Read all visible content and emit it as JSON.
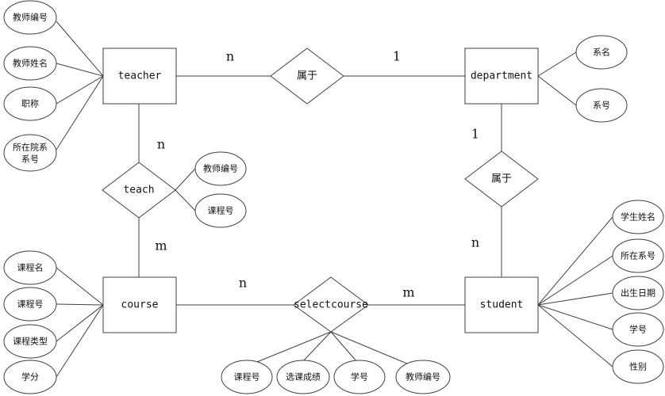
{
  "entities": {
    "teacher": "teacher",
    "department": "department",
    "course": "course",
    "student": "student"
  },
  "relationships": {
    "teacher_department": "属于",
    "department_student": "属于",
    "teach": "teach",
    "selectcourse": "selectcourse"
  },
  "attributes": {
    "teacher": [
      {
        "lines": [
          "教师编号"
        ]
      },
      {
        "lines": [
          "教师姓名"
        ]
      },
      {
        "lines": [
          "职称"
        ]
      },
      {
        "lines": [
          "所在院系",
          "系号"
        ]
      }
    ],
    "department": [
      {
        "lines": [
          "系名"
        ]
      },
      {
        "lines": [
          "系号"
        ]
      }
    ],
    "teach": [
      {
        "lines": [
          "教师编号"
        ]
      },
      {
        "lines": [
          "课程号"
        ]
      }
    ],
    "course": [
      {
        "lines": [
          "课程名"
        ]
      },
      {
        "lines": [
          "课程号"
        ]
      },
      {
        "lines": [
          "课程类型"
        ]
      },
      {
        "lines": [
          "学分"
        ]
      }
    ],
    "selectcourse": [
      {
        "lines": [
          "课程号"
        ]
      },
      {
        "lines": [
          "选课成绩"
        ]
      },
      {
        "lines": [
          "学号"
        ]
      },
      {
        "lines": [
          "教师编号"
        ]
      }
    ],
    "student": [
      {
        "lines": [
          "学生姓名"
        ]
      },
      {
        "lines": [
          "所在系号"
        ]
      },
      {
        "lines": [
          "出生日期"
        ]
      },
      {
        "lines": [
          "学号"
        ]
      },
      {
        "lines": [
          "性别"
        ]
      }
    ]
  },
  "cardinalities": {
    "teacher_belongs": "n",
    "department_belongs_top": "1",
    "department_belongs_side": "1",
    "student_belongs": "n",
    "teacher_teach": "n",
    "course_teach": "m",
    "course_select": "n",
    "student_select": "m"
  }
}
